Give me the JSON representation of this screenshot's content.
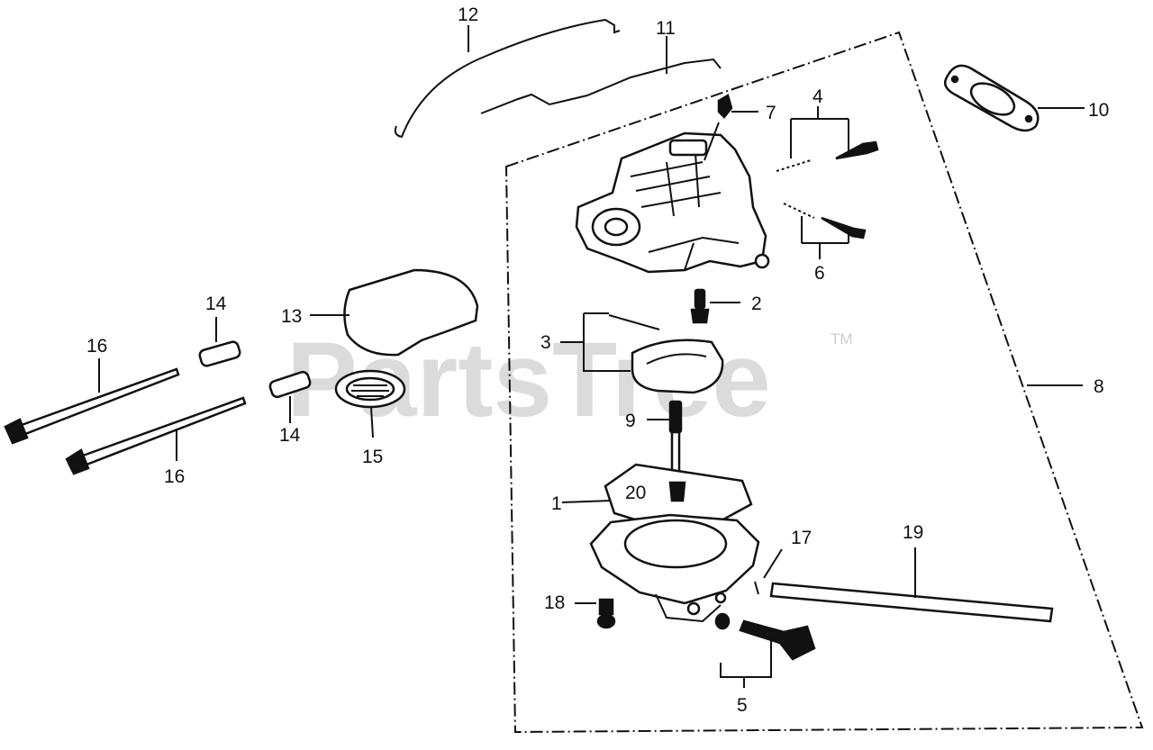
{
  "watermark": {
    "text": "PartsTree",
    "trademark": "TM"
  },
  "callouts": [
    {
      "id": "c1",
      "text": "1"
    },
    {
      "id": "c2",
      "text": "2"
    },
    {
      "id": "c3",
      "text": "3"
    },
    {
      "id": "c4",
      "text": "4"
    },
    {
      "id": "c5",
      "text": "5"
    },
    {
      "id": "c6",
      "text": "6"
    },
    {
      "id": "c7",
      "text": "7"
    },
    {
      "id": "c8",
      "text": "8"
    },
    {
      "id": "c9",
      "text": "9"
    },
    {
      "id": "c10",
      "text": "10"
    },
    {
      "id": "c11",
      "text": "11"
    },
    {
      "id": "c12",
      "text": "12"
    },
    {
      "id": "c13",
      "text": "13"
    },
    {
      "id": "c14a",
      "text": "14"
    },
    {
      "id": "c14b",
      "text": "14"
    },
    {
      "id": "c15",
      "text": "15"
    },
    {
      "id": "c16a",
      "text": "16"
    },
    {
      "id": "c16b",
      "text": "16"
    },
    {
      "id": "c17",
      "text": "17"
    },
    {
      "id": "c18",
      "text": "18"
    },
    {
      "id": "c19",
      "text": "19"
    },
    {
      "id": "c20",
      "text": "20"
    }
  ]
}
